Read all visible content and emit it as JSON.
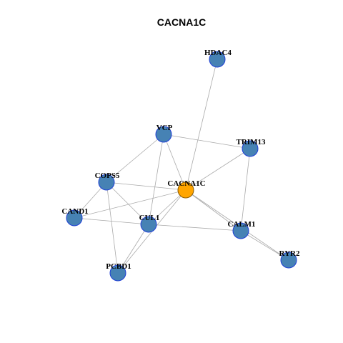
{
  "title": "CACNA1C",
  "colors": {
    "background": "#ffffff",
    "edge": "#a9a9a9",
    "node_fill": "#4682b4",
    "node_stroke": "#1f3fd6",
    "center_fill": "#ffa500",
    "center_stroke": "#8b5a00",
    "label": "#000000"
  },
  "nodes": [
    {
      "id": "HDAC4",
      "label": "HDAC4",
      "center": false
    },
    {
      "id": "VCP",
      "label": "VCP",
      "center": false
    },
    {
      "id": "TRIM13",
      "label": "TRIM13",
      "center": false
    },
    {
      "id": "COPS5",
      "label": "COPS5",
      "center": false
    },
    {
      "id": "CACNA1C",
      "label": "CACNA1C",
      "center": true
    },
    {
      "id": "CAND1",
      "label": "CAND1",
      "center": false
    },
    {
      "id": "CUL1",
      "label": "CUL1",
      "center": false
    },
    {
      "id": "CALM1",
      "label": "CALM1",
      "center": false
    },
    {
      "id": "RYR2",
      "label": "RYR2",
      "center": false
    },
    {
      "id": "PCBD1",
      "label": "PCBD1",
      "center": false
    }
  ],
  "edges": [
    [
      "HDAC4",
      "CACNA1C"
    ],
    [
      "VCP",
      "CACNA1C"
    ],
    [
      "VCP",
      "TRIM13"
    ],
    [
      "VCP",
      "COPS5"
    ],
    [
      "VCP",
      "CUL1"
    ],
    [
      "TRIM13",
      "CACNA1C"
    ],
    [
      "TRIM13",
      "CALM1"
    ],
    [
      "COPS5",
      "CACNA1C"
    ],
    [
      "COPS5",
      "CAND1"
    ],
    [
      "COPS5",
      "CUL1"
    ],
    [
      "COPS5",
      "PCBD1"
    ],
    [
      "CACNA1C",
      "CAND1"
    ],
    [
      "CACNA1C",
      "CUL1"
    ],
    [
      "CACNA1C",
      "CALM1"
    ],
    [
      "CACNA1C",
      "RYR2"
    ],
    [
      "CACNA1C",
      "PCBD1"
    ],
    [
      "CAND1",
      "CUL1"
    ],
    [
      "CUL1",
      "CALM1"
    ],
    [
      "CUL1",
      "PCBD1"
    ],
    [
      "CALM1",
      "RYR2"
    ]
  ]
}
